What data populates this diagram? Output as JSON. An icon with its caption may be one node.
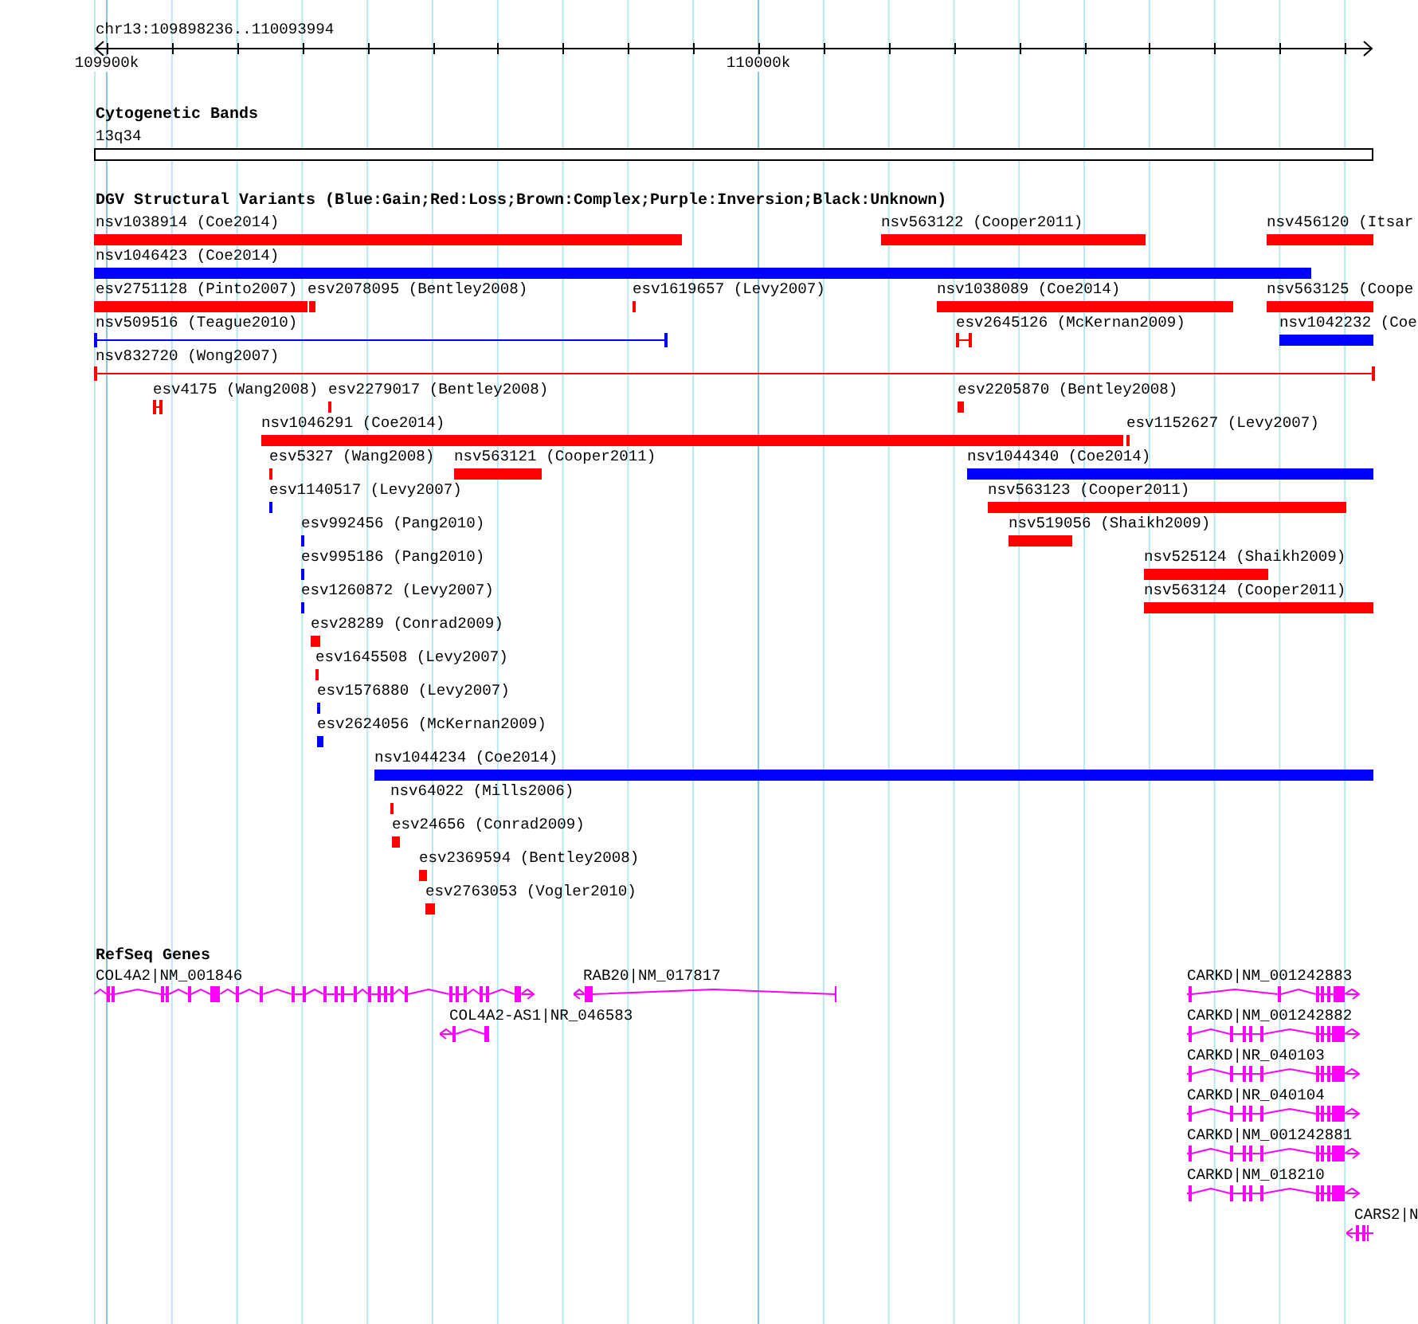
{
  "diagram": {
    "nodes": [
      {
        "text": [
          "nsv1038914 (Coe2014)"
        ]
      },
      {
        "text": [
          "nsv563122 (Cooper2011)"
        ]
      },
      {
        "text": [
          "nsv456120 (Itsar"
        ]
      },
      {
        "text": [
          "nsv1046423 (Coe2014)"
        ]
      },
      {
        "text": [
          "esv2751128 (Pinto2007)"
        ]
      },
      {
        "text": [
          "esv2078095 (Bentley2008)"
        ]
      },
      {
        "text": [
          "esv1619657 (Levy2007)"
        ]
      },
      {
        "text": [
          "nsv1038089 (Coe2014)"
        ]
      },
      {
        "text": [
          "nsv563125 (Coope"
        ]
      },
      {
        "text": [
          "nsv509516 (Teague2010)"
        ]
      },
      {
        "text": [
          "esv2645126 (McKernan2009)"
        ]
      },
      {
        "text": [
          "nsv1042232 (Coe"
        ]
      },
      {
        "text": [
          "nsv832720 (Wong2007)"
        ]
      },
      {
        "text": [
          "esv4175 (Wang2008)"
        ]
      },
      {
        "text": [
          "esv2279017 (Bentley2008)"
        ]
      },
      {
        "text": [
          "esv2205870 (Bentley2008)"
        ]
      },
      {
        "text": [
          "nsv1046291 (Coe2014)"
        ]
      },
      {
        "text": [
          "esv1152627 (Levy2007)"
        ]
      },
      {
        "text": [
          "esv5327 (Wang2008)"
        ]
      },
      {
        "text": [
          "nsv563121 (Cooper2011)"
        ]
      },
      {
        "text": [
          "nsv1044340 (Coe2014)"
        ]
      },
      {
        "text": [
          "esv1140517 (Levy2007)"
        ]
      },
      {
        "text": [
          "nsv563123 (Cooper2011)"
        ]
      },
      {
        "text": [
          "esv992456 (Pang2010)"
        ]
      },
      {
        "text": [
          "nsv519056 (Shaikh2009)"
        ]
      },
      {
        "text": [
          "esv995186 (Pang2010)"
        ]
      },
      {
        "text": [
          "nsv525124 (Shaikh2009)"
        ]
      },
      {
        "text": [
          "esv1260872 (Levy2007)"
        ]
      },
      {
        "text": [
          "nsv563124 (Cooper2011)"
        ]
      },
      {
        "text": [
          "esv28289 (Conrad2009)"
        ]
      },
      {
        "text": [
          "esv1645508 (Levy2007)"
        ]
      },
      {
        "text": [
          "esv1576880 (Levy2007)"
        ]
      },
      {
        "text": [
          "esv2624056 (McKernan2009)"
        ]
      },
      {
        "text": [
          "nsv1044234 (Coe2014)"
        ]
      },
      {
        "text": [
          "nsv64022 (Mills2006)"
        ]
      },
      {
        "text": [
          "esv24656 (Conrad2009)"
        ]
      },
      {
        "text": [
          "esv2369594 (Bentley2008)"
        ]
      },
      {
        "text": [
          "esv2763053 (Vogler2010)"
        ]
      },
      {
        "text": [
          "COL4A2|NM_001846"
        ]
      },
      {
        "text": [
          "RAB20|NM_017817"
        ]
      },
      {
        "text": [
          "COL4A2-AS1|NR_046583"
        ]
      },
      {
        "text": [
          "CARKD|NM_001242883"
        ]
      },
      {
        "text": [
          "CARKD|NM_001242882"
        ]
      },
      {
        "text": [
          "CARKD|NR_040103"
        ]
      },
      {
        "text": [
          "CARKD|NR_040104"
        ]
      },
      {
        "text": [
          "CARKD|NM_001242881"
        ]
      },
      {
        "text": [
          "CARKD|NM_018210"
        ]
      },
      {
        "text": [
          "CARS2|N"
        ]
      }
    ],
    "labels": [
      "chr13:109898236..110093994",
      "109900k",
      "110000k",
      "Cytogenetic Bands",
      "13q34",
      "DGV Structural Variants (Blue:Gain;Red:Loss;Brown:Complex;Purple:Inversion;Black:Unknown)",
      "RefSeq Genes"
    ]
  }
}
